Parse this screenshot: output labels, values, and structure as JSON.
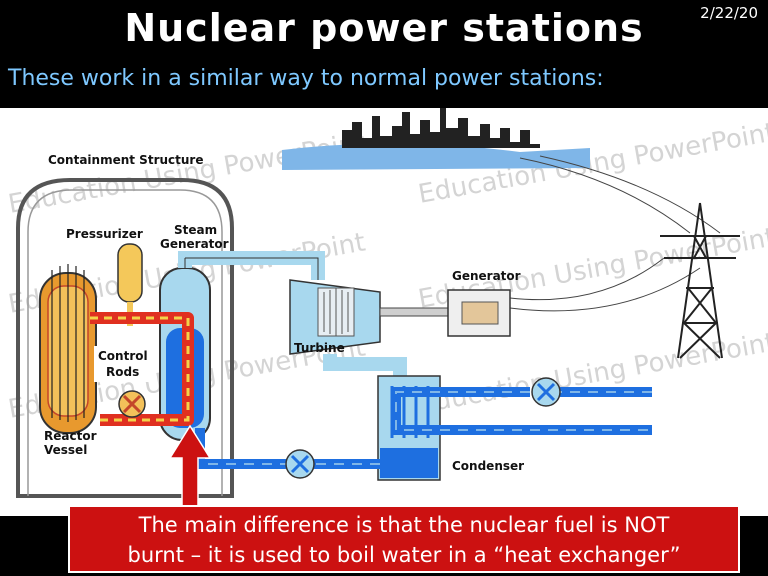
{
  "slide": {
    "date": "2/22/20",
    "title": "Nuclear power stations",
    "subtitle": "These work in a similar way to normal power stations:",
    "callout_line1": "The main difference is that the nuclear fuel is NOT",
    "callout_line2": "burnt – it is used to boil water in a “heat exchanger”"
  },
  "diagram": {
    "labels": {
      "containment": "Containment Structure",
      "pressurizer": "Pressurizer",
      "steam": "Steam",
      "generator_sg": "Generator",
      "control": "Control",
      "rods": "Rods",
      "reactor": "Reactor",
      "vessel": "Vessel",
      "turbine": "Turbine",
      "generator": "Generator",
      "condenser": "Condenser"
    },
    "watermark": "Education Using PowerPoint",
    "colors": {
      "hot_loop": "#e03020",
      "water": "#1565d8",
      "steam_pipe": "#a8d8ee",
      "callout": "#cc1111",
      "subtitle": "#7ec8ff"
    }
  }
}
